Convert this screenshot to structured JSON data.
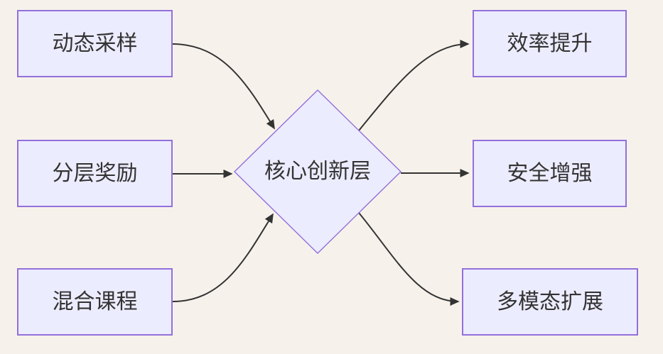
{
  "colors": {
    "background": "#F6F2EB",
    "node_fill": "#ECECFF",
    "node_border": "#9370DB",
    "edge_color": "#333333",
    "text_color": "#333333"
  },
  "nodes": {
    "center": {
      "label": "核心创新层"
    },
    "inputs": [
      {
        "label": "动态采样"
      },
      {
        "label": "分层奖励"
      },
      {
        "label": "混合课程"
      }
    ],
    "outputs": [
      {
        "label": "效率提升"
      },
      {
        "label": "安全增强"
      },
      {
        "label": "多模态扩展"
      }
    ]
  },
  "edges": [
    {
      "from": "动态采样",
      "to": "核心创新层"
    },
    {
      "from": "分层奖励",
      "to": "核心创新层"
    },
    {
      "from": "混合课程",
      "to": "核心创新层"
    },
    {
      "from": "核心创新层",
      "to": "效率提升"
    },
    {
      "from": "核心创新层",
      "to": "安全增强"
    },
    {
      "from": "核心创新层",
      "to": "多模态扩展"
    }
  ]
}
